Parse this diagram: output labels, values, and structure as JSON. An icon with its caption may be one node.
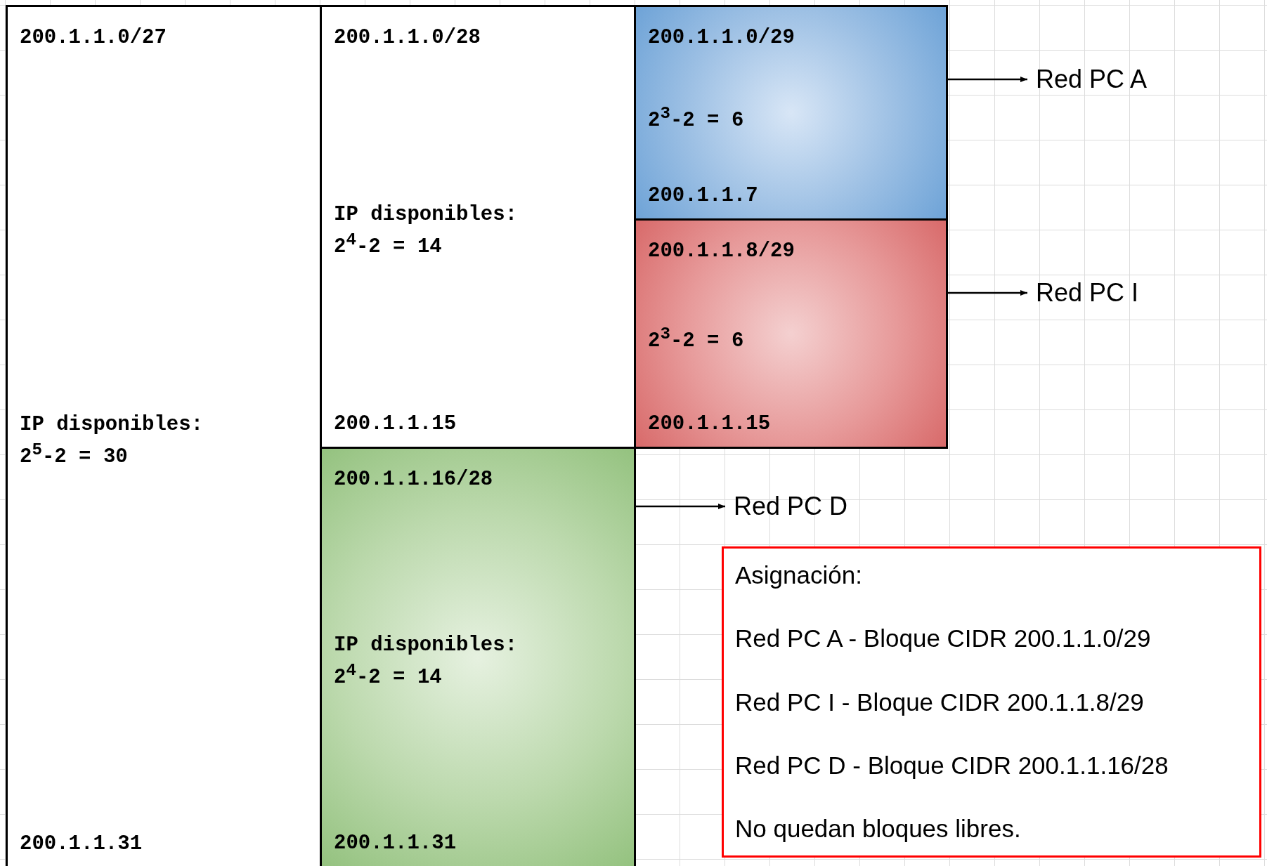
{
  "diagram": {
    "nodes": [
      {
        "text": [
          "200.1.1.0/27",
          "IP disponibles: 2$^{5}$-2 = 30",
          "200.1.1.31"
        ]
      },
      {
        "text": [
          "200.1.1.0/28",
          "IP disponibles: 2$^{4}$-2 = 14",
          "200.1.1.15"
        ]
      },
      {
        "text": [
          "200.1.1.0/29",
          "2$^{3}$-2 = 6",
          "200.1.1.7"
        ]
      },
      {
        "text": [
          "200.1.1.8/29",
          "2$^{3}$-2 = 6",
          "200.1.1.15"
        ]
      },
      {
        "text": [
          "200.1.1.16/28",
          "IP disponibles: 2$^{4}$-2 = 14",
          "200.1.1.31"
        ]
      },
      {
        "text": [
          "Red PC A"
        ]
      },
      {
        "text": [
          "Red PC I"
        ]
      },
      {
        "text": [
          "Red PC D"
        ]
      },
      {
        "text": [
          "Asignación:",
          "Red PC A - Bloque CIDR 200.1.1.0/29",
          "Red PC I - Bloque CIDR 200.1.1.8/29",
          "Red PC D - Bloque CIDR 200.1.1.16/28",
          "No quedan bloques libres."
        ]
      }
    ],
    "edges": [
      {
        "from": 2,
        "to": 5,
        "arrow": "to"
      },
      {
        "from": 3,
        "to": 6,
        "arrow": "to"
      },
      {
        "from": 4,
        "to": 7,
        "arrow": "to"
      }
    ]
  }
}
